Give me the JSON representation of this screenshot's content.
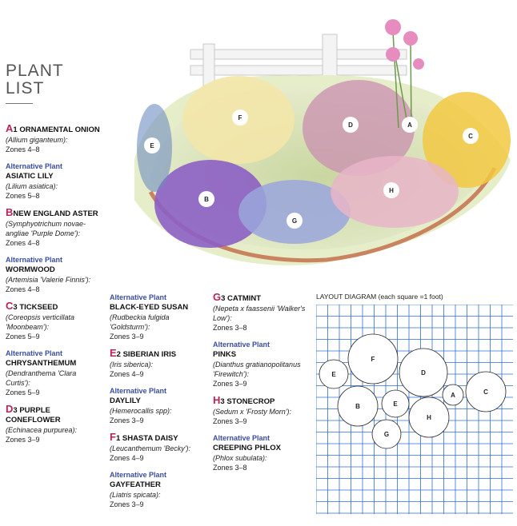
{
  "title": {
    "line1": "PLANT",
    "line2": "LIST"
  },
  "entries": {
    "a": {
      "letter": "A",
      "name": "1 ORNAMENTAL ONION",
      "latin": "(Allium giganteum):",
      "zones": "Zones 4–8"
    },
    "a_alt": {
      "alt_label": "Alternative Plant",
      "name": "ASIATIC LILY",
      "latin": "(Lilium asiatica):",
      "zones": "Zones 5–8"
    },
    "b": {
      "letter": "B",
      "name": "NEW ENGLAND ASTER",
      "latin": "(Symphyotrichum novae-angliae 'Purple Dome'):",
      "zones": "Zones 4–8"
    },
    "b_alt": {
      "alt_label": "Alternative Plant",
      "name": "WORMWOOD",
      "latin": "(Artemisia 'Valerie Finnis'):",
      "zones": "Zones 4–8"
    },
    "c": {
      "letter": "C",
      "name": "3 TICKSEED",
      "latin": "(Coreopsis verticillata 'Moonbeam'):",
      "zones": "Zones 5–9"
    },
    "c_alt": {
      "alt_label": "Alternative Plant",
      "name": "CHRYSANTHEMUM",
      "latin": "(Dendranthema 'Clara Curtis'):",
      "zones": "Zones 5–9"
    },
    "d": {
      "letter": "D",
      "name": "3 PURPLE CONEFLOWER",
      "latin": "(Echinacea purpurea):",
      "zones": "Zones 3–9"
    },
    "d_alt": {
      "alt_label": "Alternative Plant",
      "name": "BLACK-EYED SUSAN",
      "latin": "(Rudbeckia fulgida 'Goldsturm'):",
      "zones": "Zones 3–9"
    },
    "e": {
      "letter": "E",
      "name": "2 SIBERIAN IRIS",
      "latin": "(Iris siberica):",
      "zones": "Zones 4–9"
    },
    "e_alt": {
      "alt_label": "Alternative Plant",
      "name": "DAYLILY",
      "latin": "(Hemerocallis spp):",
      "zones": "Zones 3–9"
    },
    "f": {
      "letter": "F",
      "name": "1 SHASTA DAISY",
      "latin": "(Leucanthemum 'Becky'):",
      "zones": "Zones 4–9"
    },
    "f_alt": {
      "alt_label": "Alternative Plant",
      "name": "GAYFEATHER",
      "latin": "(Liatris spicata):",
      "zones": "Zones 3–9"
    },
    "g": {
      "letter": "G",
      "name": "3 CATMINT",
      "latin": "(Nepeta x faassenii 'Walker's Low'):",
      "zones": "Zones 3–8"
    },
    "g_alt": {
      "alt_label": "Alternative Plant",
      "name": "PINKS",
      "latin": "(Dianthus gratianopolitanus 'Firewitch'):",
      "zones": "Zones 3–9"
    },
    "h": {
      "letter": "H",
      "name": "3 STONECROP",
      "latin": "(Sedum x 'Frosty Morn'):",
      "zones": "Zones 3–9"
    },
    "h_alt": {
      "alt_label": "Alternative Plant",
      "name": "CREEPING PHLOX",
      "latin": "(Phlox subulata):",
      "zones": "Zones 3–8"
    }
  },
  "illustration_labels": {
    "a": "A",
    "b": "B",
    "c": "C",
    "d": "D",
    "e": "E",
    "f": "F",
    "g": "G",
    "h": "H"
  },
  "diagram": {
    "title_caps": "LAYOUT DIAGRAM",
    "title_rest": "(each square =1 foot)",
    "labels": {
      "e1": "E",
      "f": "F",
      "d": "D",
      "b": "B",
      "e2": "E",
      "a": "A",
      "c": "C",
      "h": "H",
      "g": "G"
    }
  },
  "colors": {
    "letter": "#b8235a",
    "alt": "#3a4ea2",
    "grid": "#2e6fd0"
  }
}
